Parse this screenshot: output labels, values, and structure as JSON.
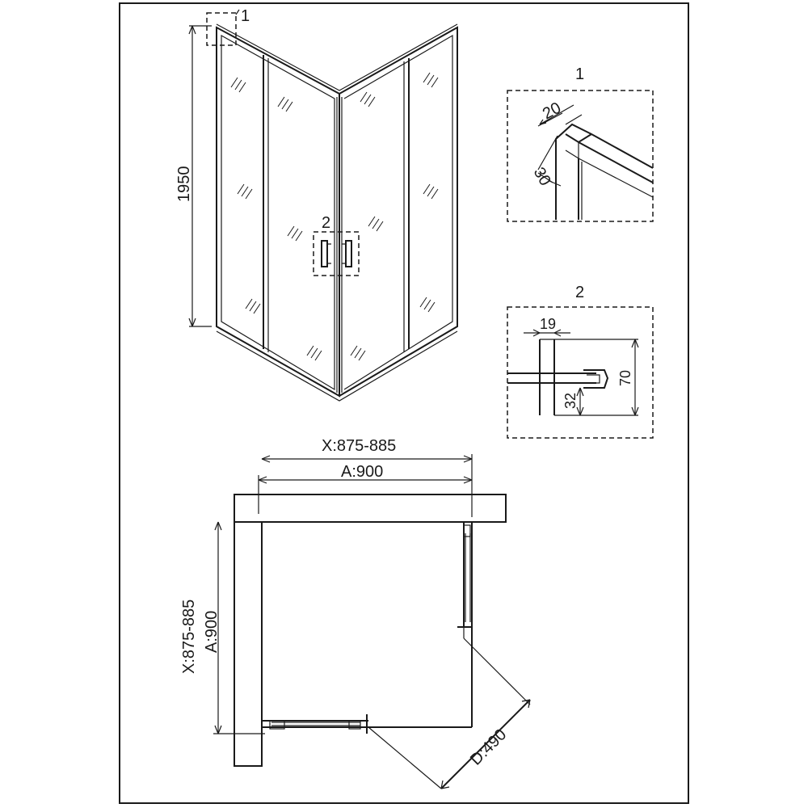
{
  "diagram": {
    "callouts": {
      "one": "1",
      "two": "2"
    },
    "elevation": {
      "height": "1950"
    },
    "detail_1": {
      "label": "1",
      "dim_a": "20",
      "dim_b": "30"
    },
    "detail_2": {
      "label": "2",
      "dim_a": "19",
      "dim_b": "70",
      "dim_c": "32"
    },
    "plan": {
      "x_range_top": "X:875-885",
      "a_top": "A:900",
      "x_range_left": "X:875-885",
      "a_left": "A:900",
      "door_opening": "D:490"
    }
  }
}
